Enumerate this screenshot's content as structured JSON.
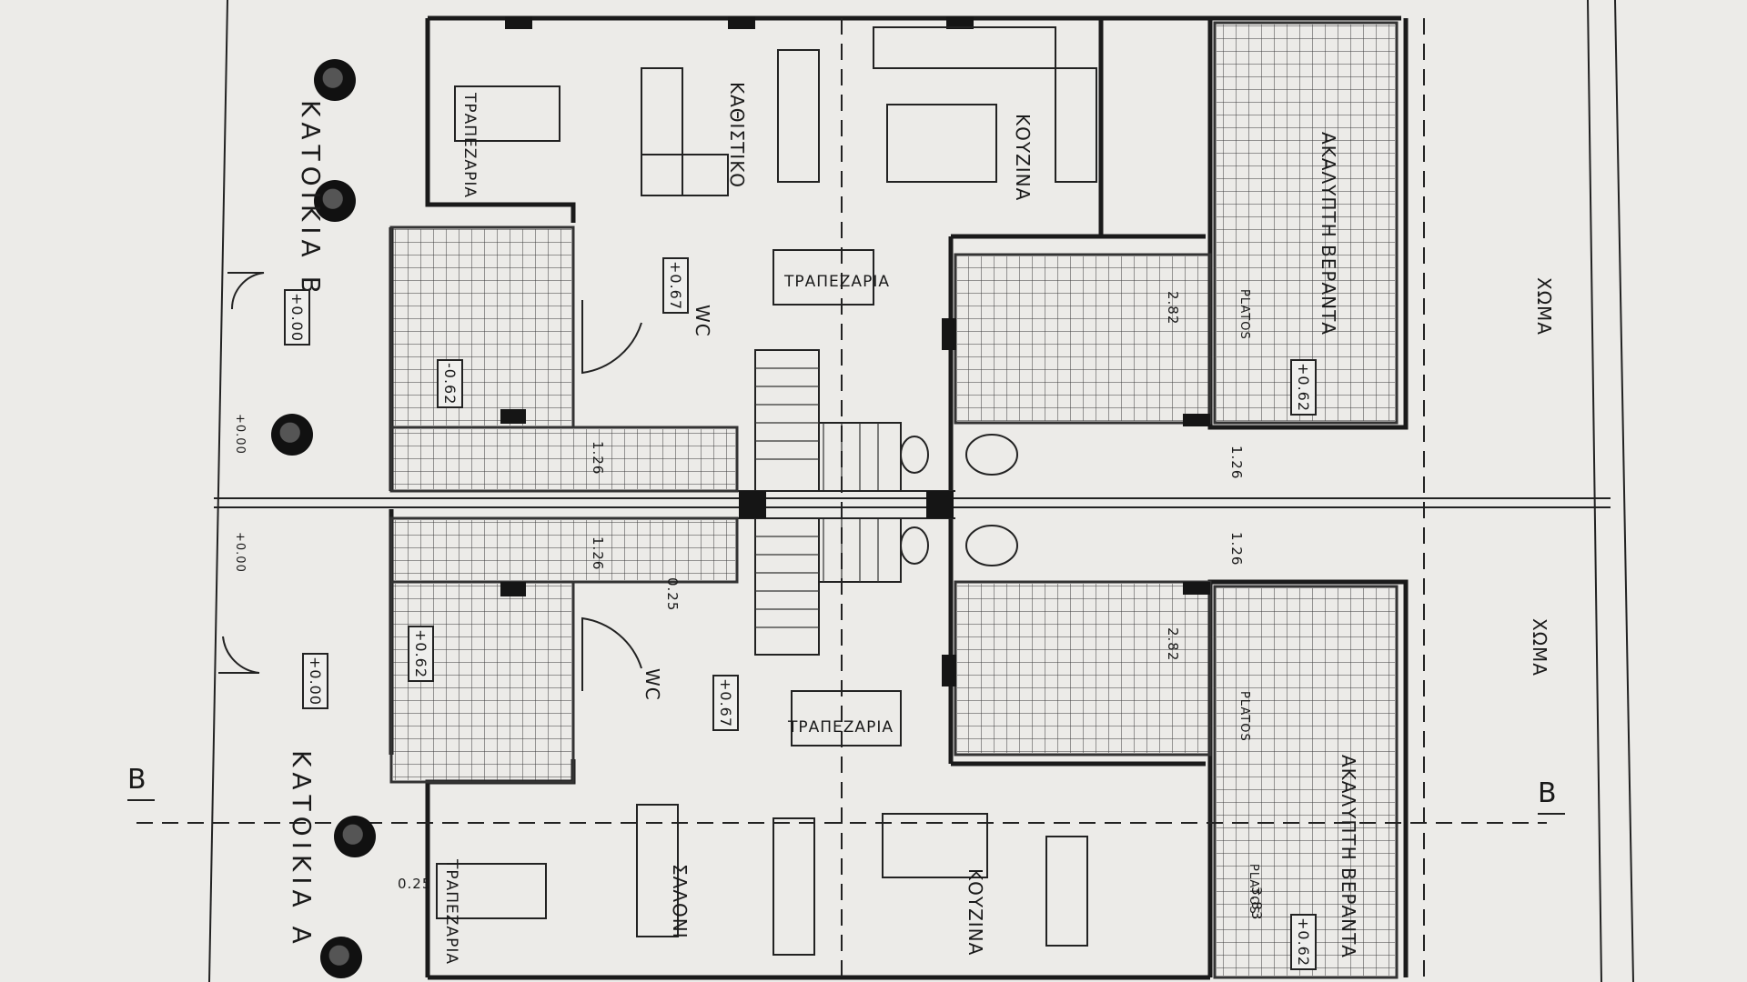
{
  "drawing": {
    "dwellings": {
      "unit_b": "ΚΑΤΟΙΚΙΑ Β",
      "unit_a": "ΚΑΤΟΙΚΙΑ Α"
    },
    "section_marker": "B",
    "rooms_unit_b": {
      "dining_outdoor": "ΤΡΑΠΕΖΑΡΙΑ",
      "living": "ΚΑΘΙΣΤΙΚΟ",
      "kitchen": "ΚΟΥΖΙΝΑ",
      "dining": "ΤΡΑΠΕΖΑΡΙΑ",
      "veranda": "ΑΚΑΛΥΠΤΗ ΒΕΡΑΝΤΑ",
      "wc": "WC",
      "soil": "ΧΩΜΑ"
    },
    "rooms_unit_a": {
      "dining_outdoor": "ΤΡΑΠΕΖΑΡΙΑ",
      "living": "ΣΑΛΟΝΙ",
      "kitchen": "ΚΟΥΖΙΝΑ",
      "dining": "ΤΡΑΠΕΖΑΡΙΑ",
      "veranda": "ΑΚΑΛΥΠΤΗ ΒΕΡΑΝΤΑ",
      "wc": "WC",
      "soil": "ΧΩΜΑ"
    },
    "levels": {
      "interior": "+0.67",
      "entrance": "+0.00",
      "terrace": "+0.62",
      "porch": "-0.62",
      "veranda": "+0.62"
    },
    "dimensions": {
      "d1": "1.26",
      "d2": "1.26",
      "d3": "2.82",
      "d4": "0.25",
      "d5": "3.83"
    },
    "plant_tag": "PLATOS"
  }
}
